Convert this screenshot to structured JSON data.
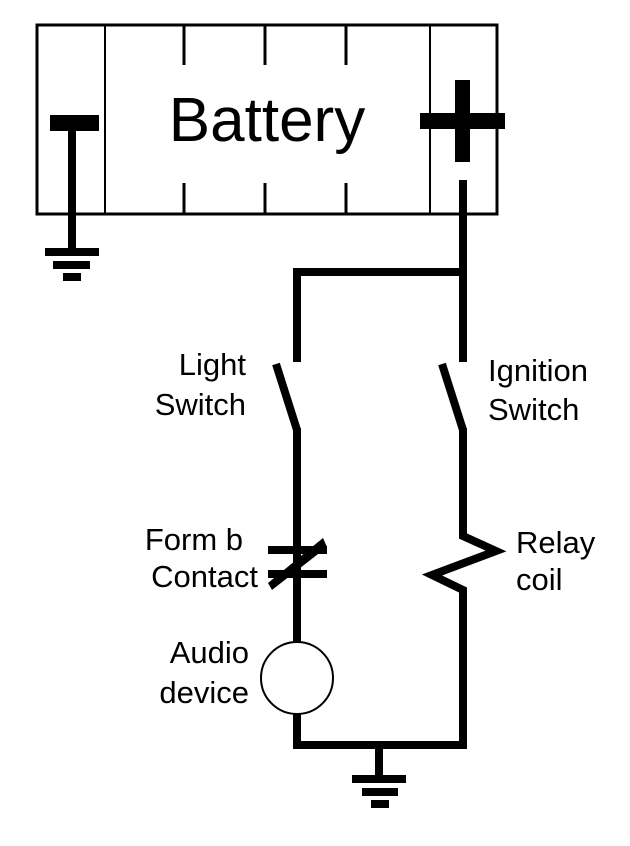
{
  "diagram": {
    "type": "circuit-schematic",
    "colors": {
      "ink": "#000000",
      "background": "#ffffff"
    },
    "battery": {
      "label": "Battery",
      "negative_terminal": "minus-terminal",
      "positive_terminal": "plus-terminal"
    },
    "components": {
      "light_switch": {
        "line1": "Light",
        "line2": "Switch",
        "symbol": "switch-open"
      },
      "ignition_switch": {
        "line1": "Ignition",
        "line2": "Switch",
        "symbol": "switch-open"
      },
      "form_b_contact": {
        "line1": "Form b",
        "line2": "Contact",
        "symbol": "normally-closed-contact"
      },
      "relay_coil": {
        "line1": "Relay",
        "line2": "coil",
        "symbol": "coil-zigzag"
      },
      "audio_device": {
        "line1": "Audio",
        "line2": "device",
        "symbol": "circle"
      }
    },
    "grounds": [
      "battery-ground",
      "circuit-ground"
    ]
  }
}
